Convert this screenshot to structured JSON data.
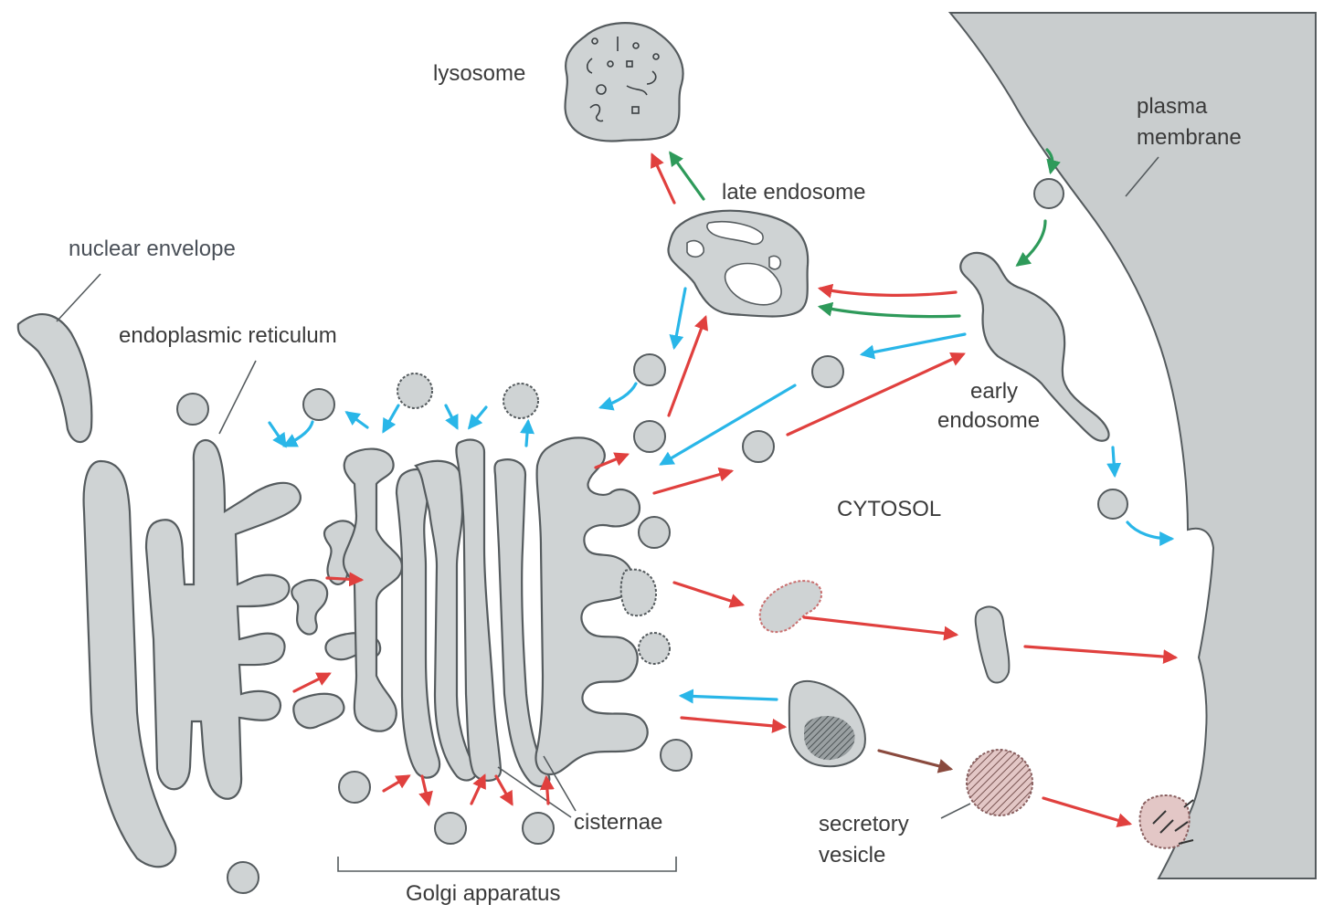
{
  "labels": {
    "lysosome": "lysosome",
    "plasma_membrane_line1": "plasma",
    "plasma_membrane_line2": "membrane",
    "late_endosome": "late endosome",
    "nuclear_envelope": "nuclear envelope",
    "endoplasmic_reticulum": "endoplasmic reticulum",
    "early_endosome_line1": "early",
    "early_endosome_line2": "endosome",
    "cytosol": "CYTOSOL",
    "cisternae": "cisternae",
    "secretory_vesicle_line1": "secretory",
    "secretory_vesicle_line2": "vesicle",
    "golgi_apparatus": "Golgi apparatus"
  },
  "colors": {
    "membrane_fill": "#cfd3d4",
    "outline": "#555b5e",
    "biosynthetic_arrow": "#e0403e",
    "retrieval_arrow": "#29b6e8",
    "endocytic_arrow": "#2e9a5a",
    "maturation_arrow": "#8a4a3e"
  }
}
